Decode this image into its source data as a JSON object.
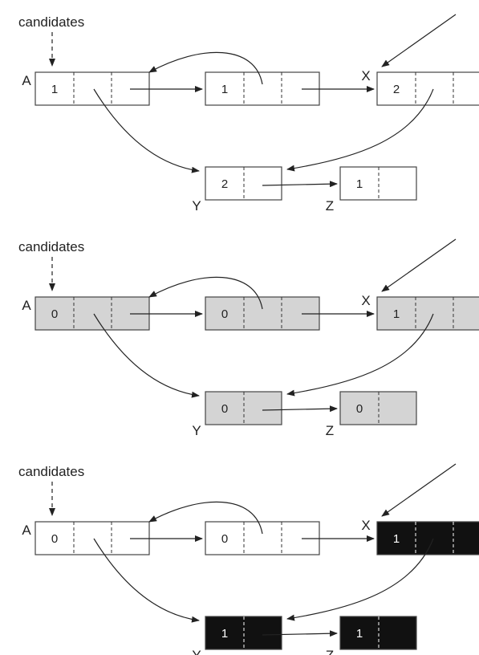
{
  "panels": [
    {
      "name": "panel-1",
      "pointer_label": "candidates",
      "labels": {
        "A": "A",
        "X": "X",
        "Y": "Y",
        "Z": "Z"
      },
      "nodes": {
        "A": {
          "value": "1",
          "fill": "#ffffff",
          "text_color": "#222222"
        },
        "B": {
          "value": "1",
          "fill": "#ffffff",
          "text_color": "#222222"
        },
        "X": {
          "value": "2",
          "fill": "#ffffff",
          "text_color": "#222222"
        },
        "Y": {
          "value": "2",
          "fill": "#ffffff",
          "text_color": "#222222"
        },
        "Z": {
          "value": "1",
          "fill": "#ffffff",
          "text_color": "#222222"
        }
      }
    },
    {
      "name": "panel-2",
      "pointer_label": "candidates",
      "labels": {
        "A": "A",
        "X": "X",
        "Y": "Y",
        "Z": "Z"
      },
      "nodes": {
        "A": {
          "value": "0",
          "fill": "#d4d4d4",
          "text_color": "#222222"
        },
        "B": {
          "value": "0",
          "fill": "#d4d4d4",
          "text_color": "#222222"
        },
        "X": {
          "value": "1",
          "fill": "#d4d4d4",
          "text_color": "#222222"
        },
        "Y": {
          "value": "0",
          "fill": "#d4d4d4",
          "text_color": "#222222"
        },
        "Z": {
          "value": "0",
          "fill": "#d4d4d4",
          "text_color": "#222222"
        }
      }
    },
    {
      "name": "panel-3",
      "pointer_label": "candidates",
      "labels": {
        "A": "A",
        "X": "X",
        "Y": "Y",
        "Z": "Z"
      },
      "nodes": {
        "A": {
          "value": "0",
          "fill": "#ffffff",
          "text_color": "#222222"
        },
        "B": {
          "value": "0",
          "fill": "#ffffff",
          "text_color": "#222222"
        },
        "X": {
          "value": "1",
          "fill": "#111111",
          "text_color": "#ffffff"
        },
        "Y": {
          "value": "1",
          "fill": "#111111",
          "text_color": "#ffffff"
        },
        "Z": {
          "value": "1",
          "fill": "#111111",
          "text_color": "#ffffff"
        }
      }
    }
  ]
}
